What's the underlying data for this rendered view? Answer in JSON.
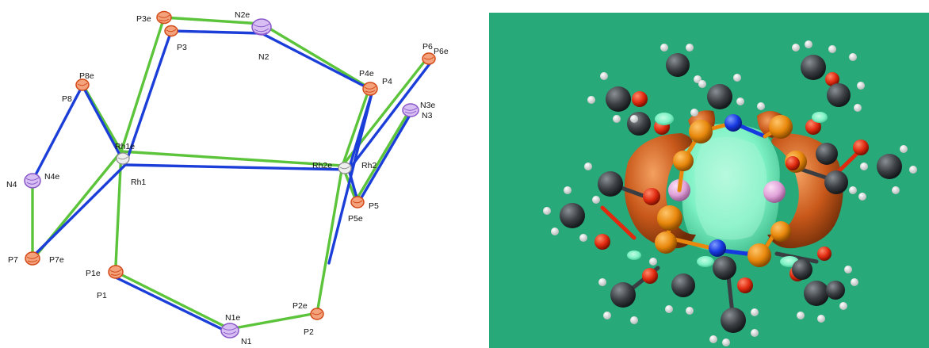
{
  "colors": {
    "green_bond": "#5cc43a",
    "blue_bond": "#1c3ed8",
    "p_atom": "#e0582a",
    "n_atom": "#b07fe0",
    "rh_atom": "#d8d8d8",
    "orbital_bg": "#27a97a",
    "lobe_orange": "#c8581a",
    "lobe_cyan": "#7ef2c4",
    "carbon": "#3a3e42",
    "hydrogen": "#f2f2f2",
    "oxygen": "#e02a10",
    "phosphorus": "#e8880c",
    "nitrogen": "#1638e0",
    "rhodium": "#e0a2d8"
  },
  "labels": {
    "P3e": "P3e",
    "P3": "P3",
    "N2e": "N2e",
    "N2": "N2",
    "P4e": "P4e",
    "P4": "P4",
    "P6": "P6",
    "P6e": "P6e",
    "N3e": "N3e",
    "N3": "N3",
    "P8e": "P8e",
    "P8": "P8",
    "Rh1e": "Rh1e",
    "Rh1": "Rh1",
    "Rh2e": "Rh2e",
    "Rh2": "Rh2",
    "N4": "N4",
    "N4e": "N4e",
    "P5": "P5",
    "P5e": "P5e",
    "P7": "P7",
    "P7e": "P7e",
    "P1e": "P1e",
    "P1": "P1",
    "N1e": "N1e",
    "N1": "N1",
    "P2e": "P2e",
    "P2": "P2"
  }
}
